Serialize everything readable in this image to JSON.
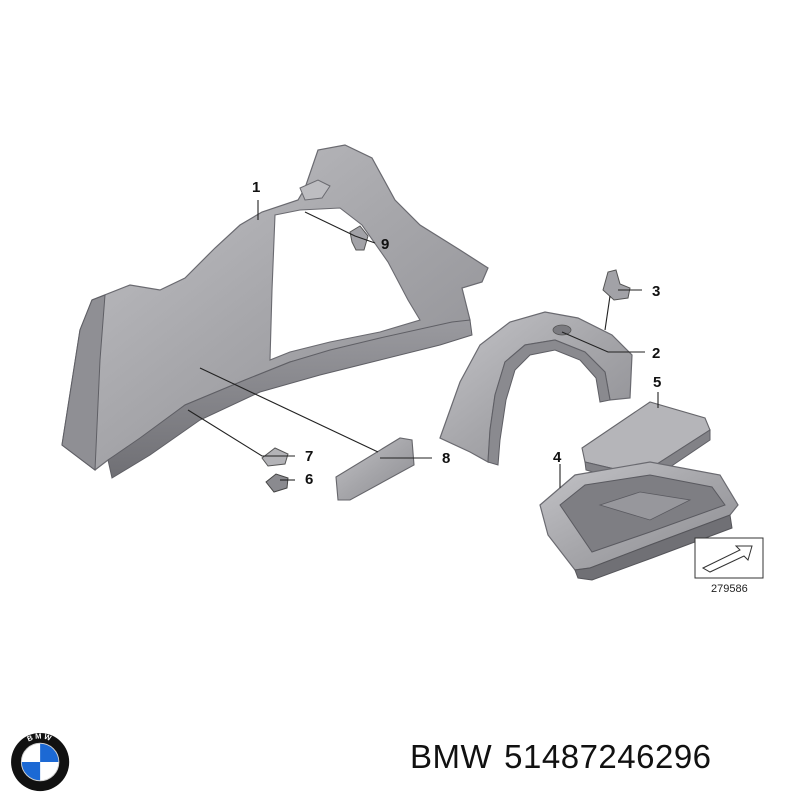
{
  "callouts": {
    "c1": "1",
    "c2": "2",
    "c3": "3",
    "c4": "4",
    "c5": "5",
    "c6": "6",
    "c7": "7",
    "c8": "8",
    "c9": "9"
  },
  "reference_number": "279586",
  "caption": {
    "brand": "BMW",
    "part_number": "51487246296"
  },
  "logo": {
    "letters": "BMW",
    "colors": {
      "blue": "#1c69d4",
      "white": "#ffffff",
      "ring": "#111111"
    }
  },
  "colors": {
    "part_fill": "#a8a8ac",
    "part_shadow": "#7d7d82",
    "part_highlight": "#c9c9cc",
    "leader": "#222222"
  }
}
